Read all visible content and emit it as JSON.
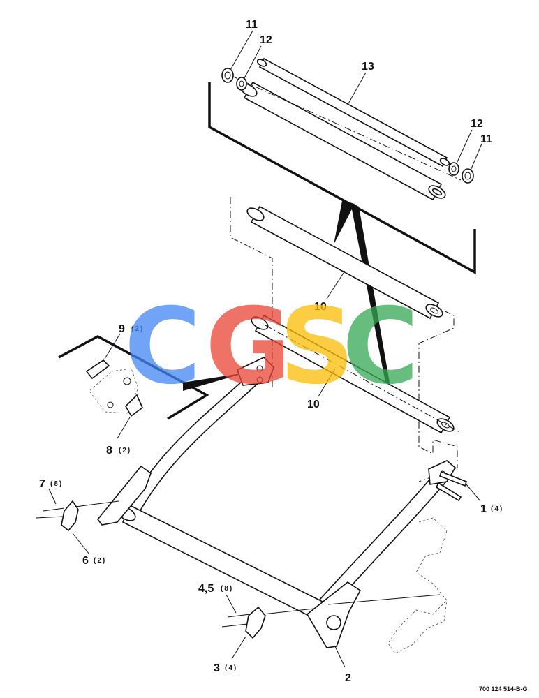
{
  "labels": {
    "l1": "1",
    "l2": "2",
    "l3": "3",
    "l45": "4,5",
    "l6": "6",
    "l7": "7",
    "l8": "8",
    "l9": "9",
    "l10a": "10",
    "l10b": "10",
    "l11a": "11",
    "l11b": "11",
    "l12a": "12",
    "l12b": "12",
    "l13": "13"
  },
  "quantities": {
    "q1": "(4)",
    "q3": "(4)",
    "q45": "(8)",
    "q6": "(2)",
    "q7": "(8)",
    "q8": "(2)",
    "q9": "(2)"
  },
  "watermark": {
    "letters": [
      "C",
      "G",
      "S",
      "C"
    ],
    "colors": [
      "#4285F4",
      "#EA4335",
      "#FBBC05",
      "#34A853"
    ]
  },
  "drawing_code": "700 124 514-B-G"
}
